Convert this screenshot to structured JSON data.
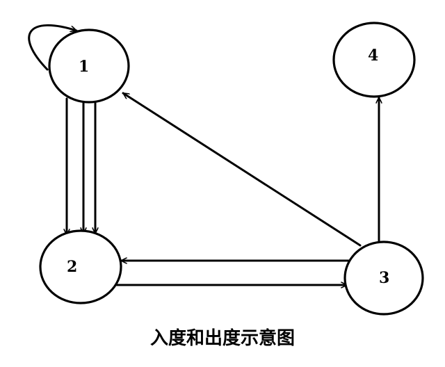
{
  "caption": "入度和出度示意图",
  "nodes": [
    {
      "id": "1",
      "label": "1"
    },
    {
      "id": "2",
      "label": "2"
    },
    {
      "id": "3",
      "label": "3"
    },
    {
      "id": "4",
      "label": "4"
    }
  ],
  "edges": [
    {
      "from": "1",
      "to": "1",
      "type": "self-loop"
    },
    {
      "from": "1",
      "to": "2"
    },
    {
      "from": "1",
      "to": "2"
    },
    {
      "from": "1",
      "to": "2"
    },
    {
      "from": "3",
      "to": "1"
    },
    {
      "from": "3",
      "to": "2"
    },
    {
      "from": "2",
      "to": "3"
    },
    {
      "from": "3",
      "to": "4"
    }
  ],
  "colors": {
    "stroke": "#000000",
    "background": "#ffffff"
  }
}
